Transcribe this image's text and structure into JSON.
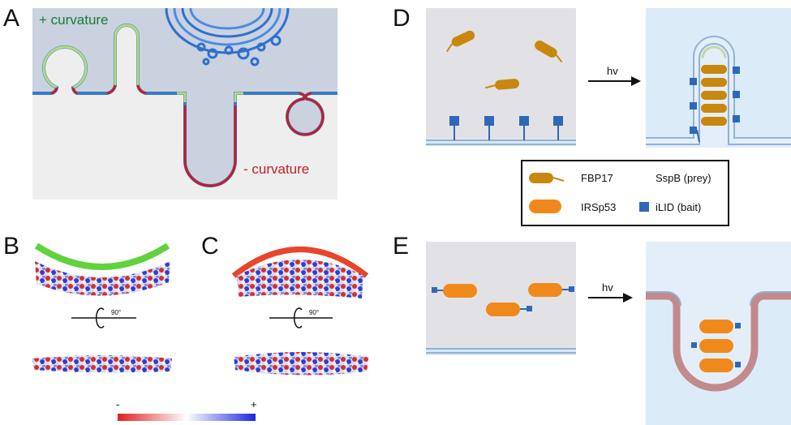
{
  "panels": {
    "A": {
      "letter": "A",
      "plus_label": "+ curvature",
      "minus_label": "- curvature",
      "colors": {
        "plus": "#1b7a3a",
        "minus": "#c0202a",
        "membrane": "#3a78c8",
        "cytosol": "#c9d2de",
        "outside": "#eeeeee"
      }
    },
    "B": {
      "letter": "B",
      "angle_label": "90°",
      "arc_color": "#5fd23c"
    },
    "C": {
      "letter": "C",
      "angle_label": "90°",
      "arc_color": "#e8452c"
    },
    "D": {
      "letter": "D",
      "arrow_label": "hv"
    },
    "E": {
      "letter": "E",
      "arrow_label": "hv"
    },
    "legend": {
      "items": [
        {
          "label": "FBP17",
          "icon": "fbp17-rod"
        },
        {
          "label": "SspB (prey)",
          "icon": "sspb-crescent"
        },
        {
          "label": "IRSp53",
          "icon": "irsp53-capsule"
        },
        {
          "label": "iLID (bait)",
          "icon": "ilid-square"
        }
      ]
    },
    "colorbar": {
      "min_label": "-",
      "max_label": "+",
      "colors": [
        "#e02020",
        "#ffffff",
        "#1c28e0"
      ]
    }
  }
}
